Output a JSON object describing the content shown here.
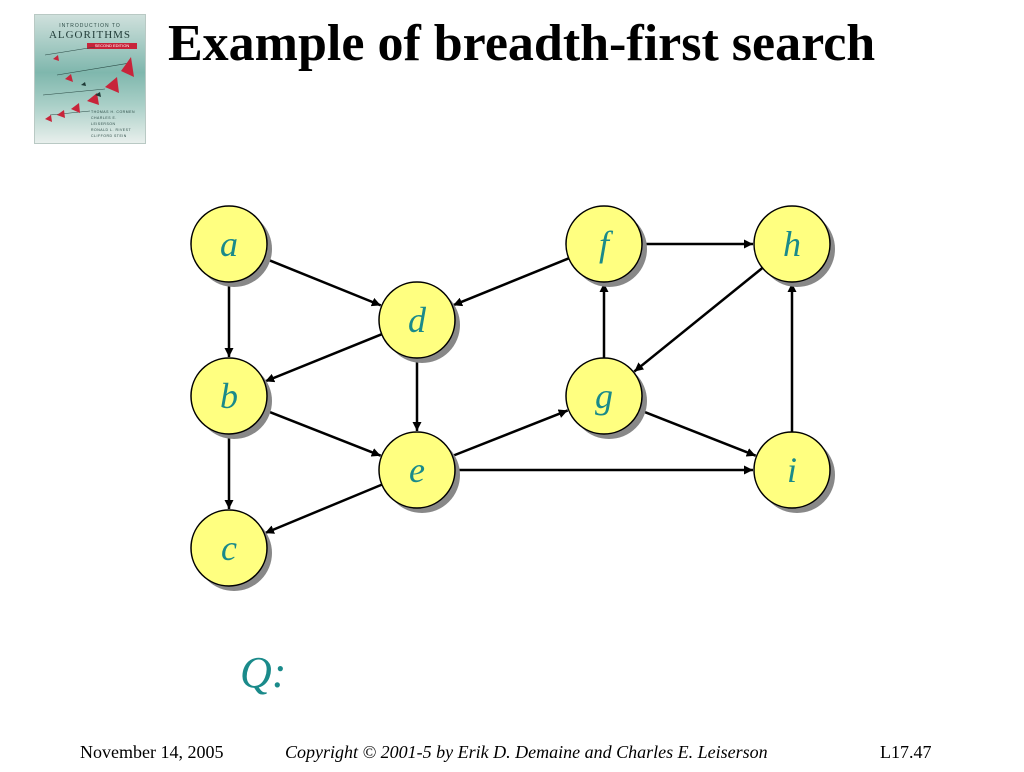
{
  "slide": {
    "title": "Example of breadth-first search",
    "queue_label": "Q:"
  },
  "book_cover": {
    "series": "INTRODUCTION TO",
    "title": "ALGORITHMS",
    "edition": "SECOND EDITION",
    "authors": [
      "THOMAS H. CORMEN",
      "CHARLES E. LEISERSON",
      "RONALD L. RIVEST",
      "CLIFFORD STEIN"
    ]
  },
  "graph": {
    "nodes": [
      {
        "id": "a",
        "label": "a"
      },
      {
        "id": "b",
        "label": "b"
      },
      {
        "id": "c",
        "label": "c"
      },
      {
        "id": "d",
        "label": "d"
      },
      {
        "id": "e",
        "label": "e"
      },
      {
        "id": "f",
        "label": "f"
      },
      {
        "id": "g",
        "label": "g"
      },
      {
        "id": "h",
        "label": "h"
      },
      {
        "id": "i",
        "label": "i"
      }
    ],
    "edges": [
      {
        "from": "a",
        "to": "b"
      },
      {
        "from": "a",
        "to": "d"
      },
      {
        "from": "d",
        "to": "b"
      },
      {
        "from": "b",
        "to": "c"
      },
      {
        "from": "b",
        "to": "e"
      },
      {
        "from": "d",
        "to": "e"
      },
      {
        "from": "e",
        "to": "c"
      },
      {
        "from": "e",
        "to": "g"
      },
      {
        "from": "e",
        "to": "i"
      },
      {
        "from": "f",
        "to": "d"
      },
      {
        "from": "f",
        "to": "h"
      },
      {
        "from": "g",
        "to": "f"
      },
      {
        "from": "h",
        "to": "g"
      },
      {
        "from": "g",
        "to": "i"
      },
      {
        "from": "i",
        "to": "h"
      }
    ],
    "colors": {
      "node_fill": "#ffff80",
      "node_stroke": "#000000",
      "node_shadow": "#888888",
      "label": "#1a8a8a",
      "edge": "#000000"
    }
  },
  "footer": {
    "date": "November 14, 2005",
    "copyright": "Copyright © 2001-5 by Erik D. Demaine and Charles E. Leiserson",
    "slide_number": "L17.47"
  }
}
